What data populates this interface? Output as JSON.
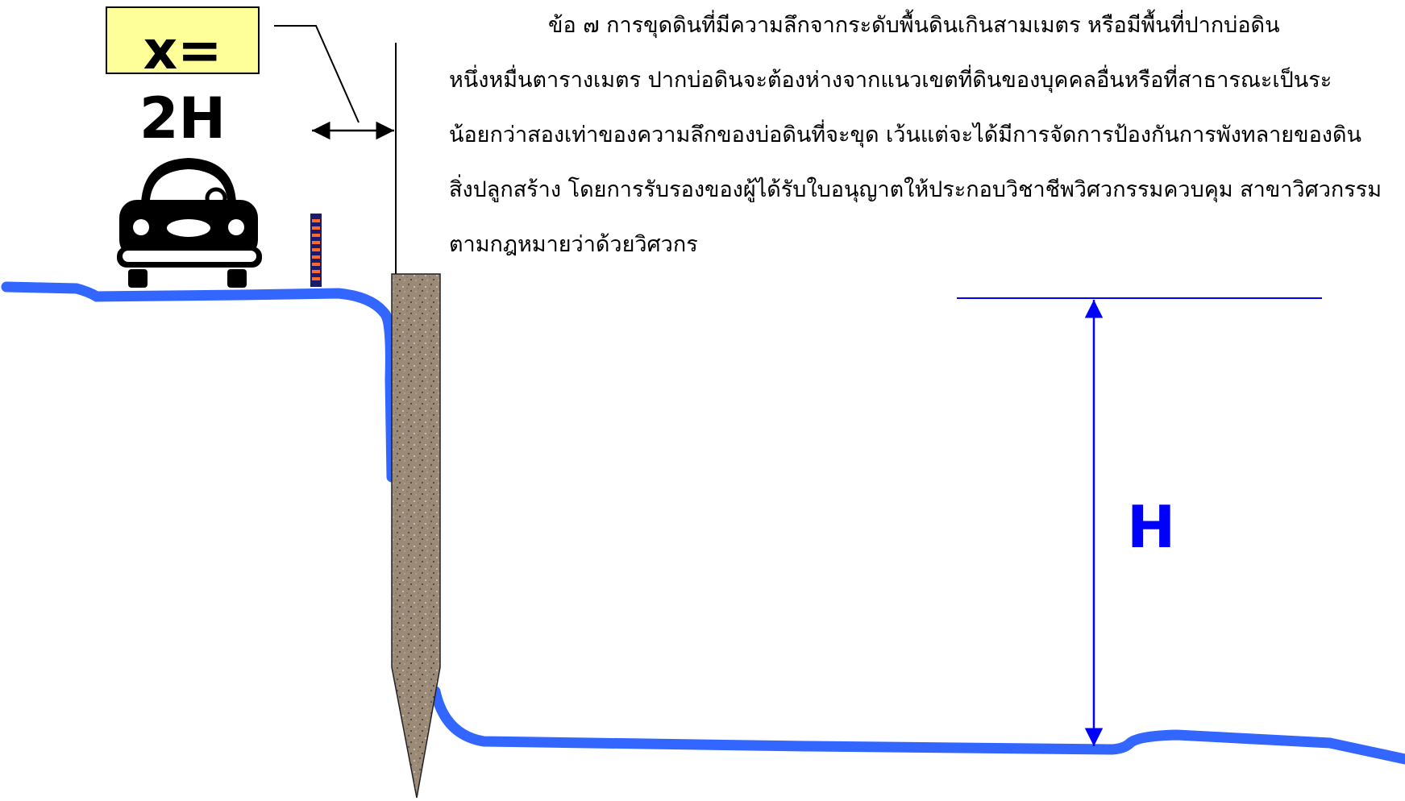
{
  "label_box": {
    "text": "x=",
    "value": "2H"
  },
  "depth_label": "H",
  "colors": {
    "ground": "#3366ff",
    "dimension": "#0000ff",
    "label_fill": "#ffff99"
  },
  "icons": [
    "car-icon",
    "sheet-pile",
    "barrier-post"
  ],
  "regulation_text": [
    "ข้อ   ๗ การขุดดินที่มีความลึกจากระดับพื้นดินเกินสามเมตร  หรือมีพื้นที่ปากบ่อดิน",
    "หนึ่งหมื่นตารางเมตร  ปากบ่อดินจะต้องห่างจากแนวเขตที่ดินของบุคคลอื่นหรือที่สาธารณะเป็นระ",
    "น้อยกว่าสองเท่าของความลึกของบ่อดินที่จะขุด  เว้นแต่จะได้มีการจัดการป้องกันการพังทลายของดิน",
    "สิ่งปลูกสร้าง  โดยการรับรองของผู้ได้รับใบอนุญาตให้ประกอบวิชาชีพวิศวกรรมควบคุม  สาขาวิศวกรรม",
    "ตามกฎหมายว่าด้วยวิศวกร"
  ]
}
